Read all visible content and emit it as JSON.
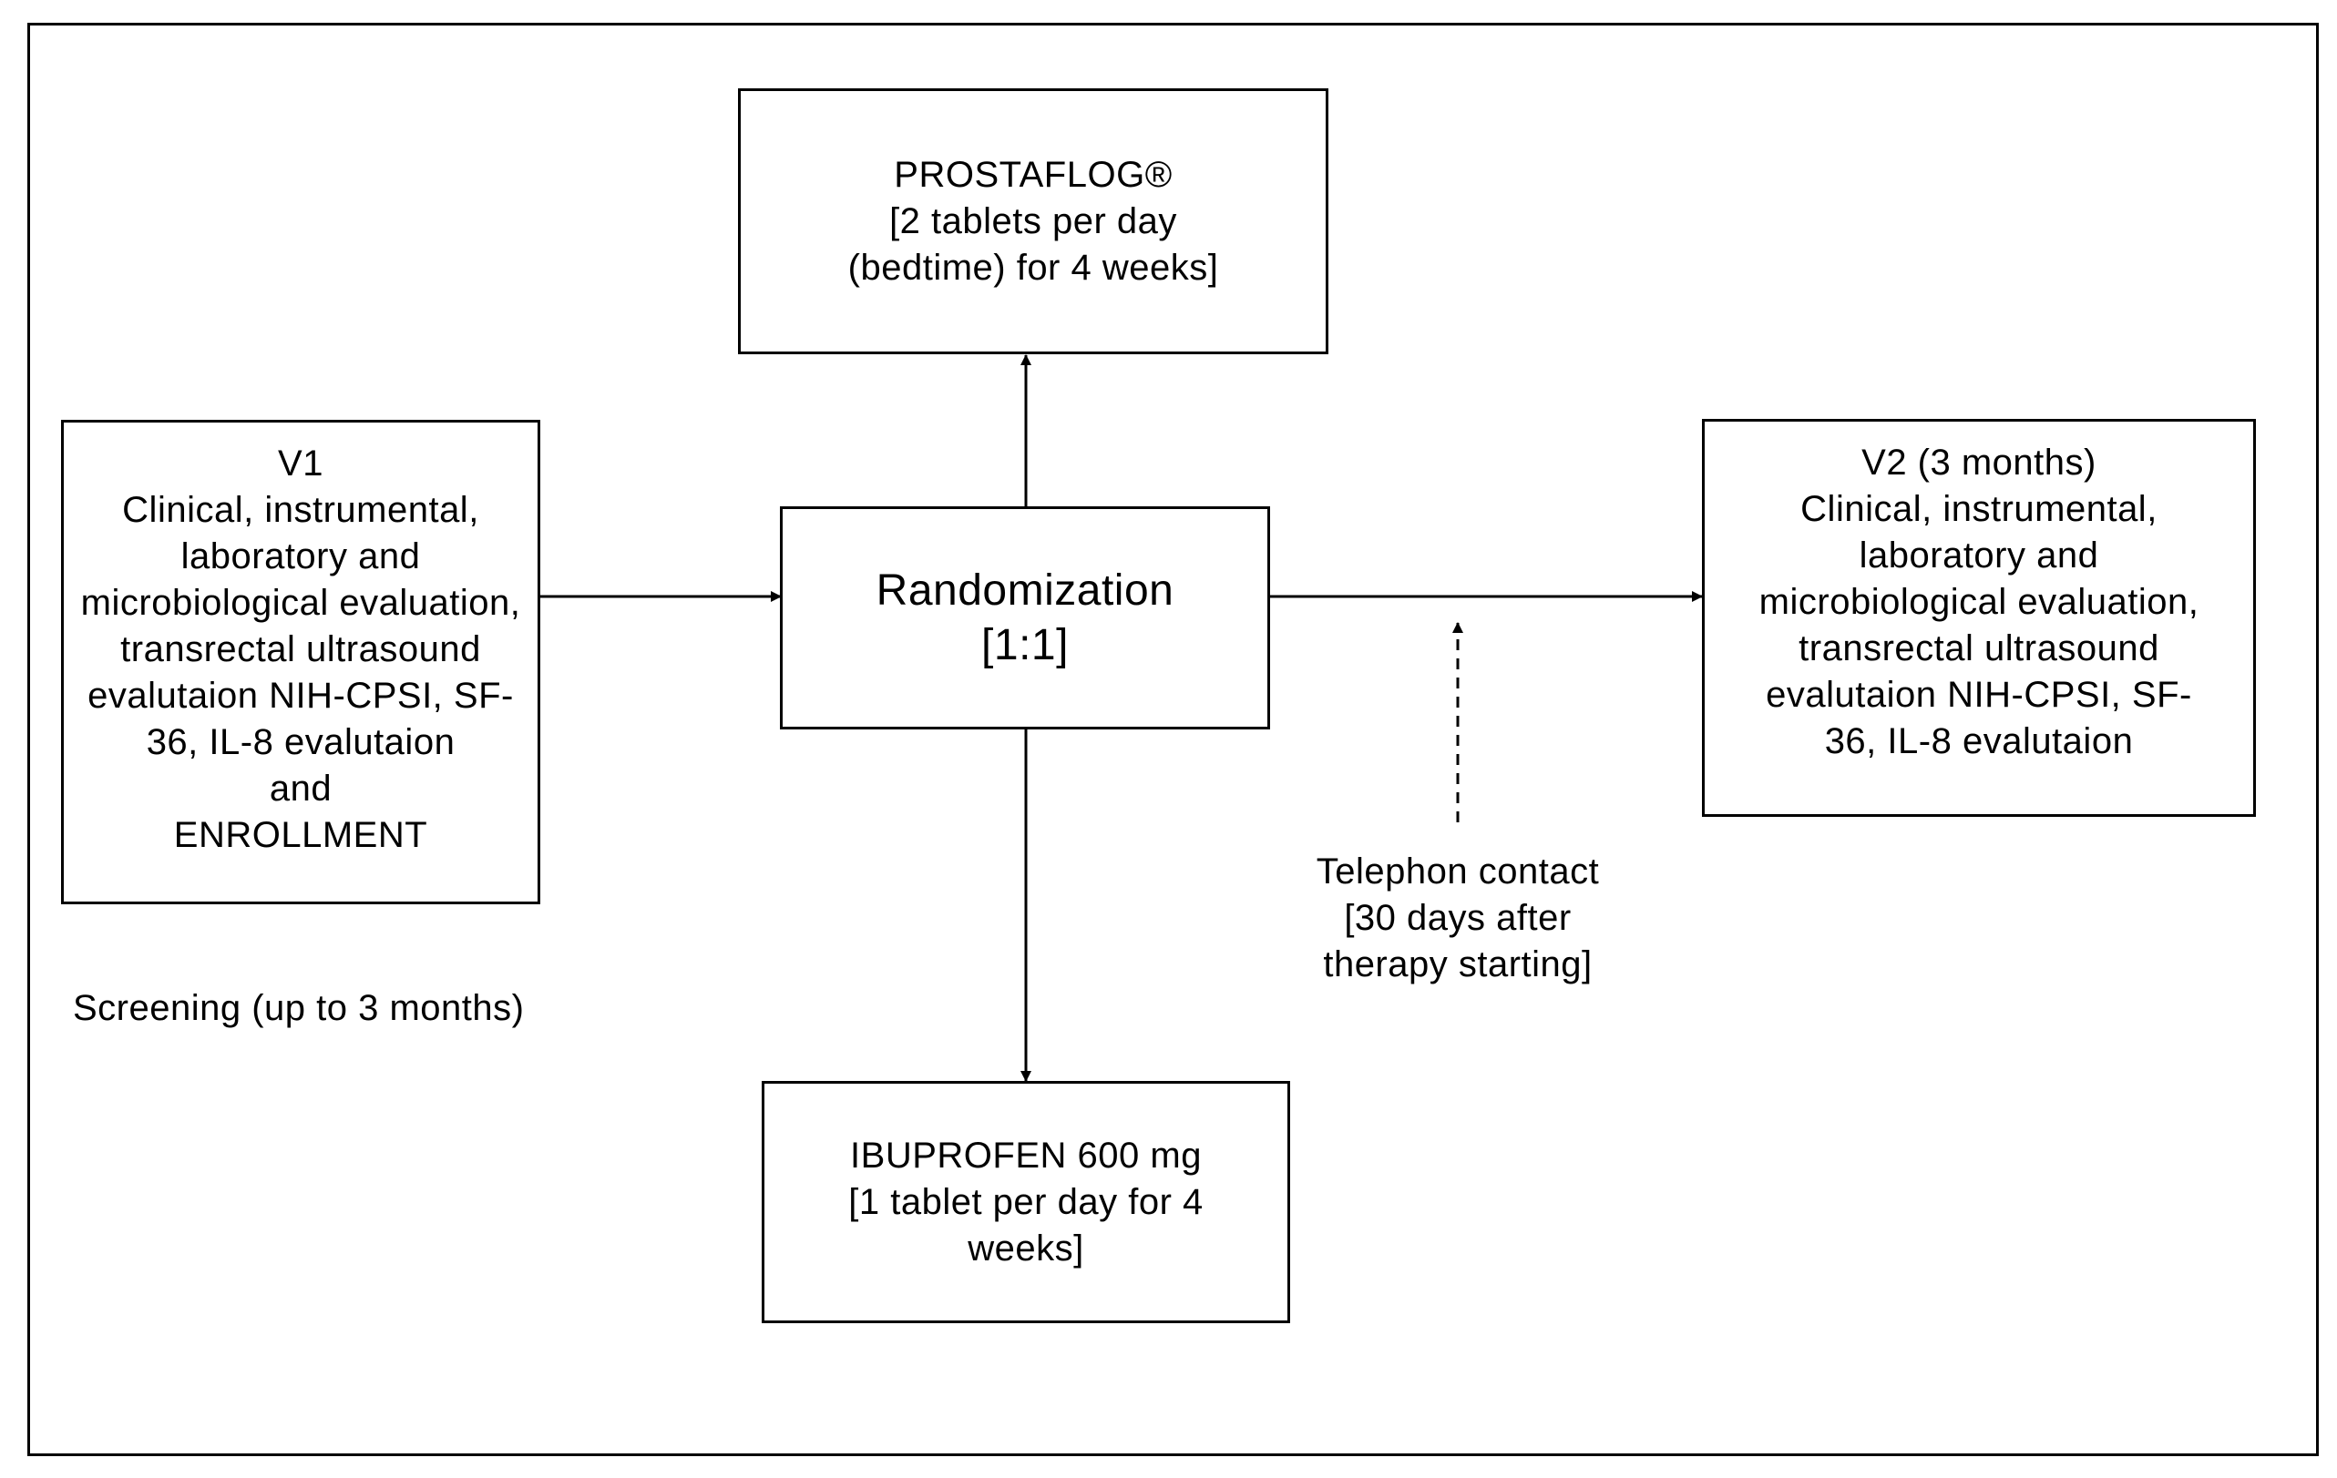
{
  "diagram": {
    "nodes": {
      "prostaflog": {
        "lines": [
          "PROSTAFLOG®",
          "[2 tablets per day",
          "(bedtime) for 4 weeks]"
        ]
      },
      "v1": {
        "lines": [
          "V1",
          "Clinical, instrumental,",
          "laboratory and",
          "microbiological evaluation,",
          "transrectal ultrasound",
          "evalutaion NIH-CPSI,  SF-",
          "36, IL-8 evalutaion",
          "and",
          "ENROLLMENT"
        ]
      },
      "randomization": {
        "lines": [
          "Randomization",
          "[1:1]"
        ]
      },
      "v2": {
        "lines": [
          "V2 (3 months)",
          "Clinical, instrumental,",
          "laboratory and",
          "microbiological evaluation,",
          "transrectal ultrasound",
          "evalutaion NIH-CPSI,  SF-",
          "36, IL-8 evalutaion"
        ]
      },
      "ibuprofen": {
        "lines": [
          "IBUPROFEN 600 mg",
          "[1 tablet per day for 4",
          "weeks]"
        ]
      }
    },
    "labels": {
      "screening": "Screening (up to 3 months)",
      "telephone": [
        "Telephon contact",
        "[30 days after",
        "therapy starting]"
      ]
    },
    "edges": [
      {
        "from": "v1",
        "to": "randomization",
        "style": "solid"
      },
      {
        "from": "randomization",
        "to": "prostaflog",
        "style": "solid"
      },
      {
        "from": "randomization",
        "to": "ibuprofen",
        "style": "solid"
      },
      {
        "from": "randomization",
        "to": "v2",
        "style": "solid"
      },
      {
        "from": "telephone",
        "to": "randomization-v2-edge",
        "style": "dashed"
      }
    ]
  }
}
